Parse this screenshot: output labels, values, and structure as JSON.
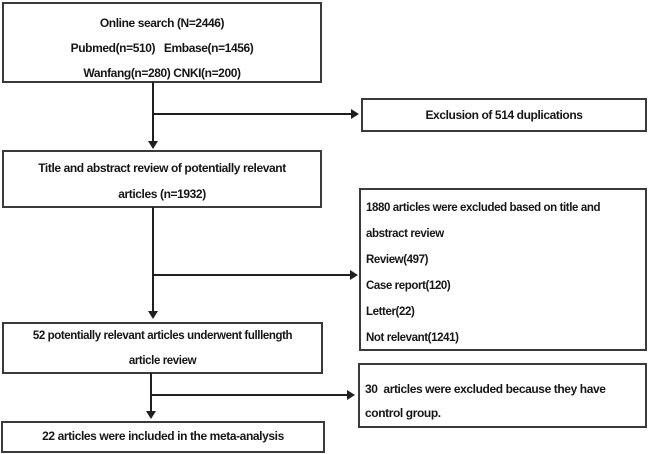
{
  "colors": {
    "bg": "#ffffff",
    "border": "#3a3a3a",
    "line": "#1f1f1f",
    "text": "#161616"
  },
  "diagram": {
    "type": "flowchart",
    "boxes": {
      "online_search": {
        "lines": [
          "Online search (N=2446)",
          "Pubmed(n=510)   Embase(n=1456)",
          "Wanfang(n=280) CNKI(n=200)"
        ]
      },
      "exclusion_duplications": {
        "lines": [
          "Exclusion of 514 duplications"
        ]
      },
      "title_abstract_review": {
        "lines": [
          "Title and abstract review of potentially relevant",
          "articles (n=1932)"
        ]
      },
      "excluded_title_abstract": {
        "lines": [
          "1880 articles were excluded based on title and",
          "abstract review",
          "Review(497)",
          "Case report(120)",
          "Letter(22)",
          "Not relevant(1241)"
        ]
      },
      "fulllength_review": {
        "lines": [
          "52 potentially relevant articles underwent fulllength",
          "article review"
        ]
      },
      "excluded_control_group": {
        "lines": [
          "30  articles were excluded because they have",
          "control group."
        ]
      },
      "included_meta_analysis": {
        "lines": [
          "22 articles were included in the meta-analysis"
        ]
      }
    }
  }
}
